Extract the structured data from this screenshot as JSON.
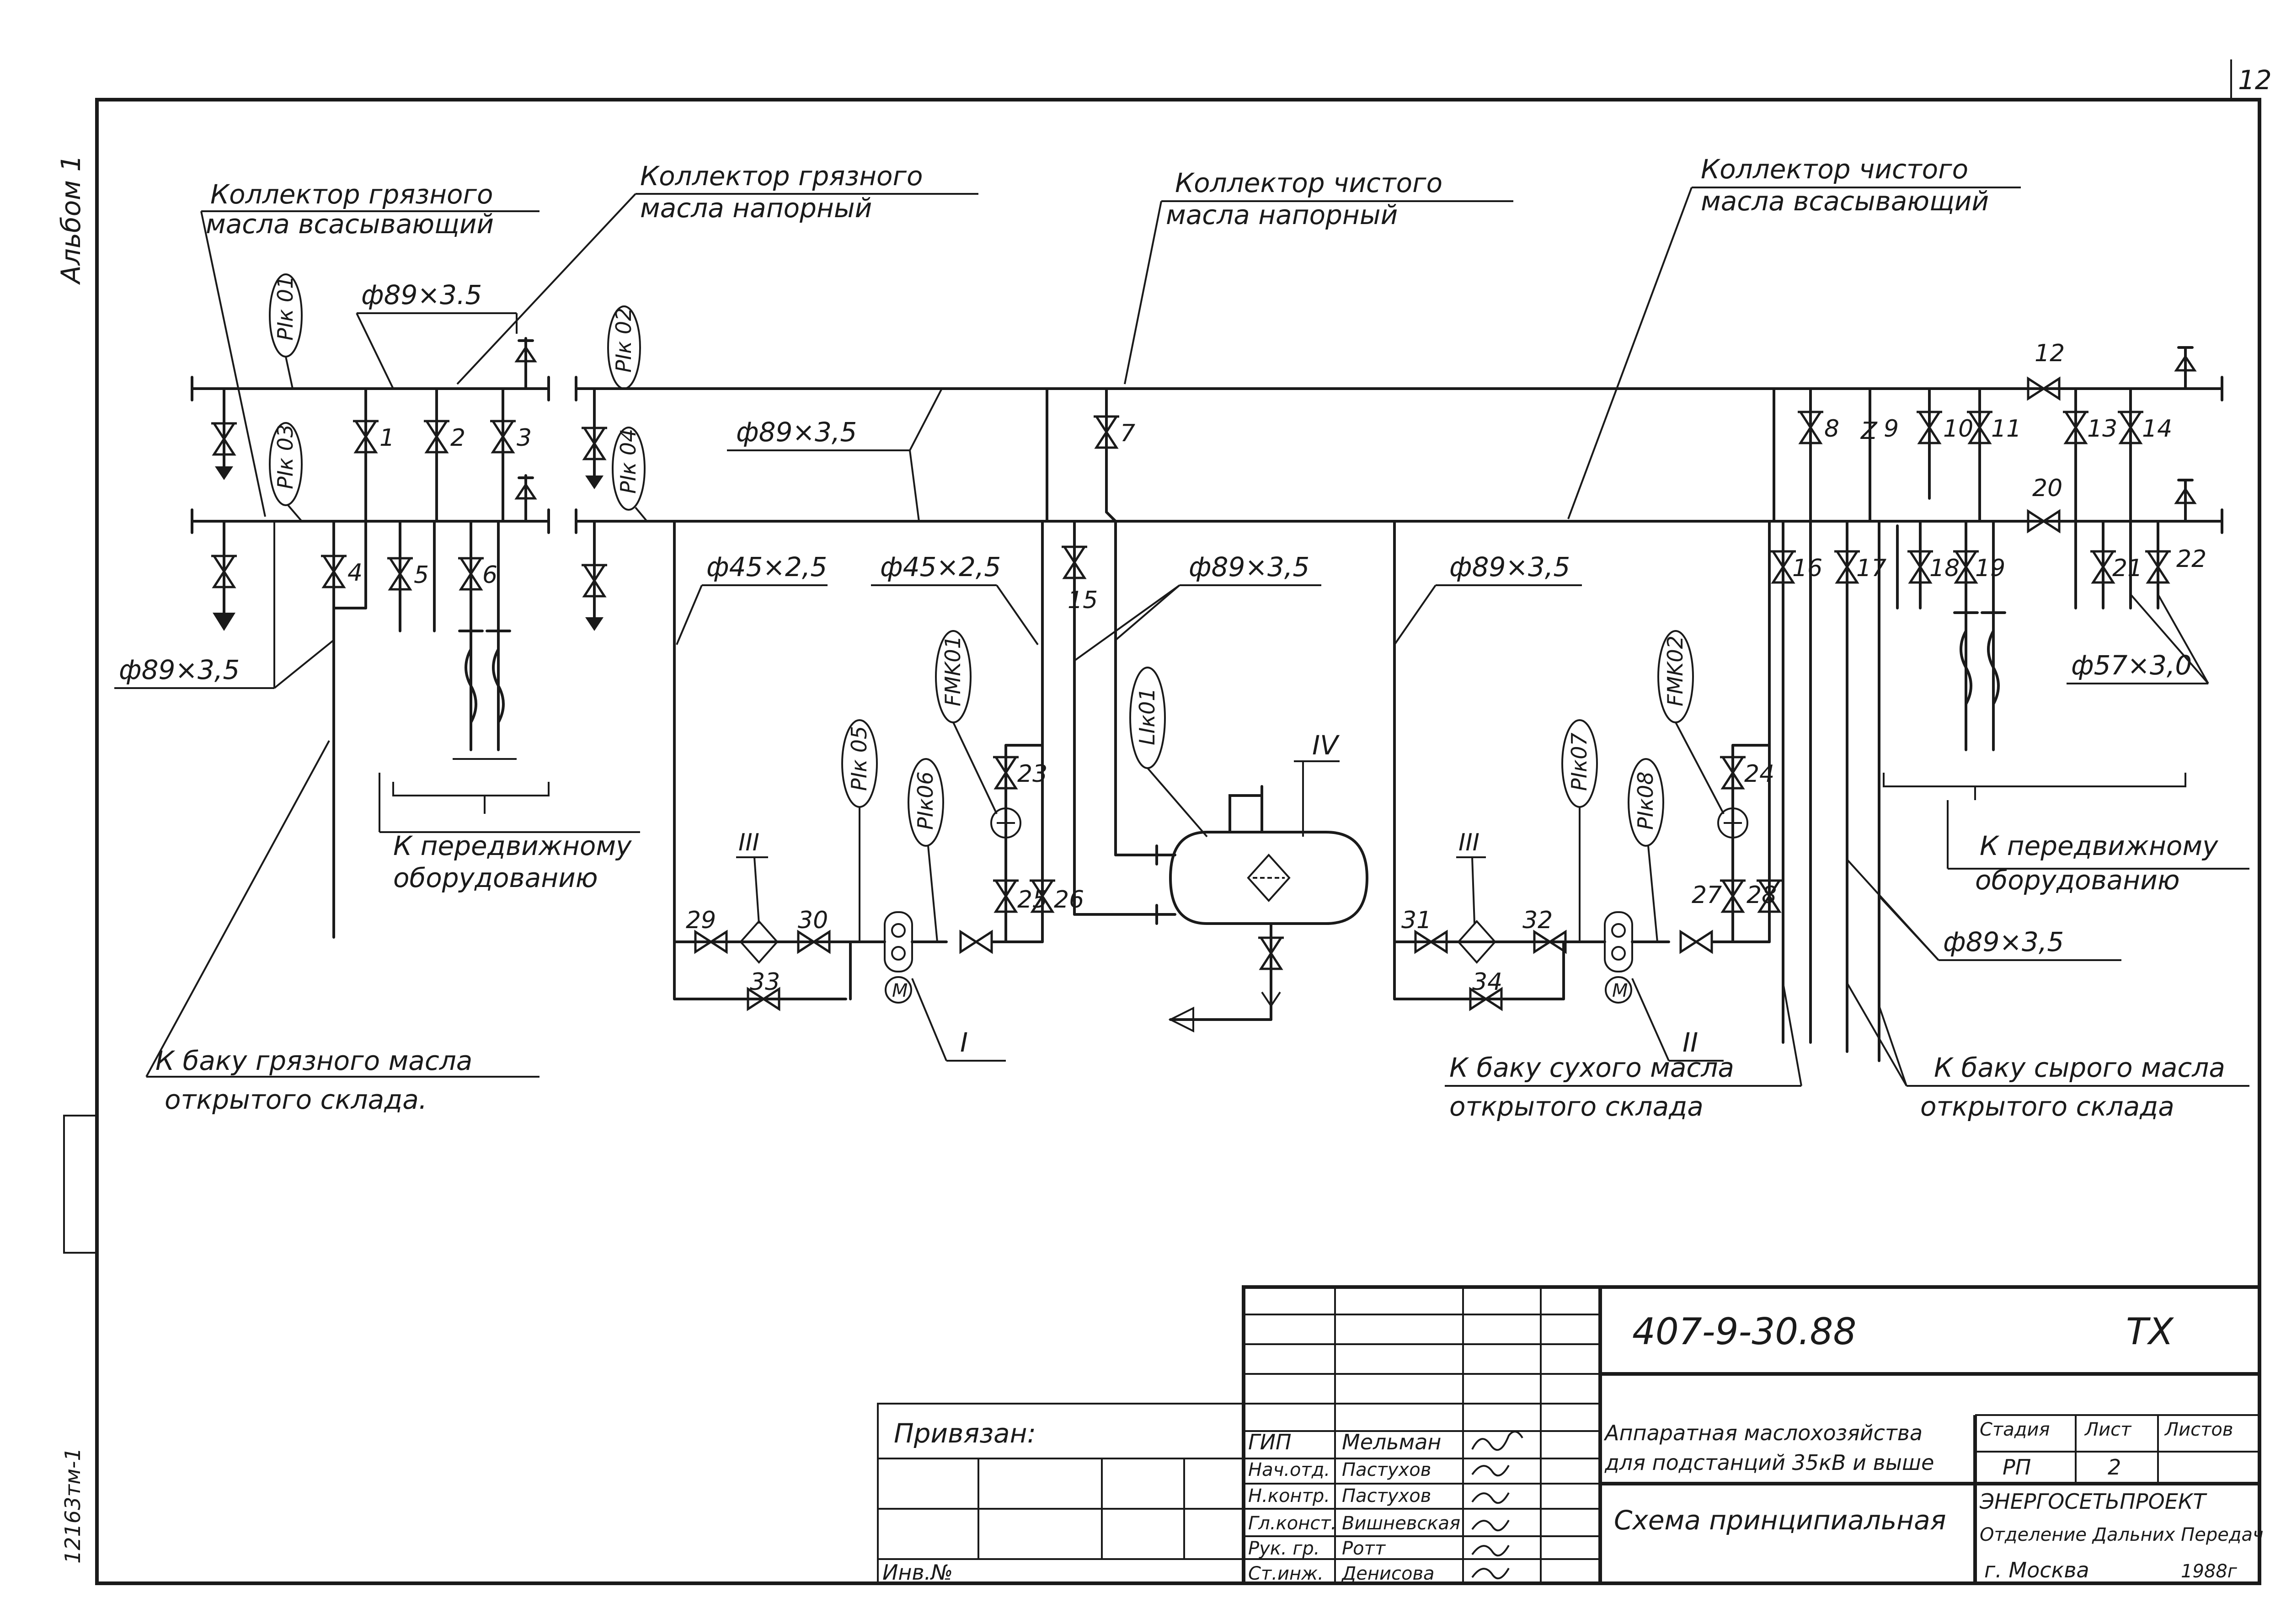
{
  "sheet": {
    "page_number": "12",
    "left_margin_top": "Альбом 1",
    "left_margin_bottom": "12163тм-1"
  },
  "headers": {
    "dirty_suction": [
      "Коллектор грязного",
      "масла всасывающий"
    ],
    "dirty_pressure": [
      "Коллектор грязного",
      "масла напорный"
    ],
    "clean_pressure": [
      "Коллектор чистого",
      "масла напорный"
    ],
    "clean_suction": [
      "Коллектор чистого",
      "масла всасывающий"
    ]
  },
  "pipe_sizes": {
    "p89a": "ф89×3.5",
    "p89b": "ф89×3,5",
    "p89c": "ф89×3,5",
    "p45a": "ф45×2,5",
    "p45b": "ф45×2,5",
    "p89d": "ф89×3,5",
    "p89e": "ф89×3,5",
    "p89f": "ф89×3,5",
    "p57": "ф57×3,0"
  },
  "instruments": {
    "pik01": "PIк 01",
    "pik03": "PIк 03",
    "pik02": "PIк 02",
    "pik04": "PIк 04",
    "pik05": "PIк 05",
    "pik06": "PIк06",
    "fmk01": "FMK01",
    "lik01": "LIк01",
    "pik07": "PIк07",
    "pik08": "PIк08",
    "fmk02": "FMK02"
  },
  "equipment": {
    "e1": "I",
    "e2": "II",
    "e3a": "III",
    "e3b": "III",
    "e4": "IV",
    "motor": "M"
  },
  "valves": [
    "1",
    "2",
    "3",
    "4",
    "5",
    "6",
    "7",
    "8",
    "9",
    "10",
    "11",
    "12",
    "13",
    "14",
    "15",
    "16",
    "17",
    "18",
    "19",
    "20",
    "21",
    "22",
    "23",
    "24",
    "25",
    "26",
    "27",
    "28",
    "29",
    "30",
    "31",
    "32",
    "33",
    "34"
  ],
  "destinations": {
    "mobile1": [
      "К передвижному",
      "оборудованию"
    ],
    "mobile2": [
      "К передвижному",
      "оборудованию"
    ],
    "dirty_tank": [
      "К баку грязного масла",
      "открытого склада."
    ],
    "dry_tank": [
      "К баку сухого масла",
      "открытого склада"
    ],
    "raw_tank": [
      "К баку сырого масла",
      "открытого склада"
    ]
  },
  "title_block": {
    "doc_number": "407-9-30.88",
    "mark": "ТХ",
    "privyazan": "Привязан:",
    "inv_no": "Инв.№",
    "roles": [
      "ГИП",
      "Нач.отд.",
      "Н.контр.",
      "Гл.конст.",
      "Рук. гр.",
      "Ст.инж."
    ],
    "names": [
      "Мельман",
      "Пастухов",
      "Пастухов",
      "Вишневская",
      "Ротт",
      "Денисова"
    ],
    "description": [
      "Аппаратная маслохозяйства",
      "для подстанций 35кВ и выше"
    ],
    "sheet_title": "Схема принципиальная",
    "col_stage": "Стадия",
    "col_sheet": "Лист",
    "col_sheets": "Листов",
    "stage": "РП",
    "sheet_no": "2",
    "org": [
      "ЭНЕРГОСЕТЬПРОЕКТ",
      "Отделение Дальних Передач",
      "г. Москва"
    ],
    "year": "1988г"
  }
}
